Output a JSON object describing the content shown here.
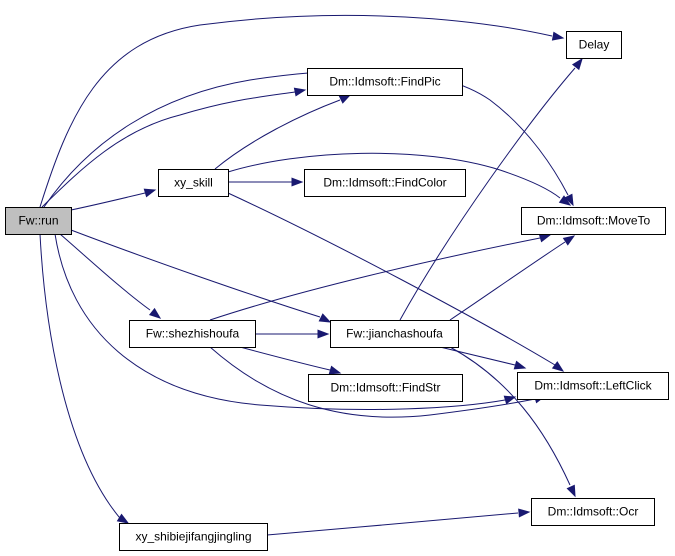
{
  "diagram": {
    "nodes": [
      {
        "id": "fw_run",
        "label": "Fw::run",
        "root": true
      },
      {
        "id": "delay",
        "label": "Delay"
      },
      {
        "id": "findpic",
        "label": "Dm::Idmsoft::FindPic"
      },
      {
        "id": "xy_skill",
        "label": "xy_skill"
      },
      {
        "id": "findcolor",
        "label": "Dm::Idmsoft::FindColor"
      },
      {
        "id": "moveto",
        "label": "Dm::Idmsoft::MoveTo"
      },
      {
        "id": "shezhishoufa",
        "label": "Fw::shezhishoufa"
      },
      {
        "id": "jianchashoufa",
        "label": "Fw::jianchashoufa"
      },
      {
        "id": "findstr",
        "label": "Dm::Idmsoft::FindStr"
      },
      {
        "id": "leftclick",
        "label": "Dm::Idmsoft::LeftClick"
      },
      {
        "id": "ocr",
        "label": "Dm::Idmsoft::Ocr"
      },
      {
        "id": "shibie",
        "label": "xy_shibiejifangjingling"
      }
    ],
    "edges": [
      {
        "from": "fw_run",
        "to": "delay"
      },
      {
        "from": "fw_run",
        "to": "findpic"
      },
      {
        "from": "fw_run",
        "to": "moveto"
      },
      {
        "from": "fw_run",
        "to": "xy_skill"
      },
      {
        "from": "fw_run",
        "to": "jianchashoufa"
      },
      {
        "from": "fw_run",
        "to": "shezhishoufa"
      },
      {
        "from": "fw_run",
        "to": "leftclick"
      },
      {
        "from": "fw_run",
        "to": "shibie"
      },
      {
        "from": "xy_skill",
        "to": "findpic"
      },
      {
        "from": "xy_skill",
        "to": "moveto"
      },
      {
        "from": "xy_skill",
        "to": "findcolor"
      },
      {
        "from": "xy_skill",
        "to": "leftclick"
      },
      {
        "from": "shezhishoufa",
        "to": "moveto"
      },
      {
        "from": "shezhishoufa",
        "to": "jianchashoufa"
      },
      {
        "from": "shezhishoufa",
        "to": "findstr"
      },
      {
        "from": "shezhishoufa",
        "to": "leftclick"
      },
      {
        "from": "jianchashoufa",
        "to": "delay"
      },
      {
        "from": "jianchashoufa",
        "to": "moveto"
      },
      {
        "from": "jianchashoufa",
        "to": "leftclick"
      },
      {
        "from": "jianchashoufa",
        "to": "ocr"
      },
      {
        "from": "shibie",
        "to": "ocr"
      }
    ]
  }
}
